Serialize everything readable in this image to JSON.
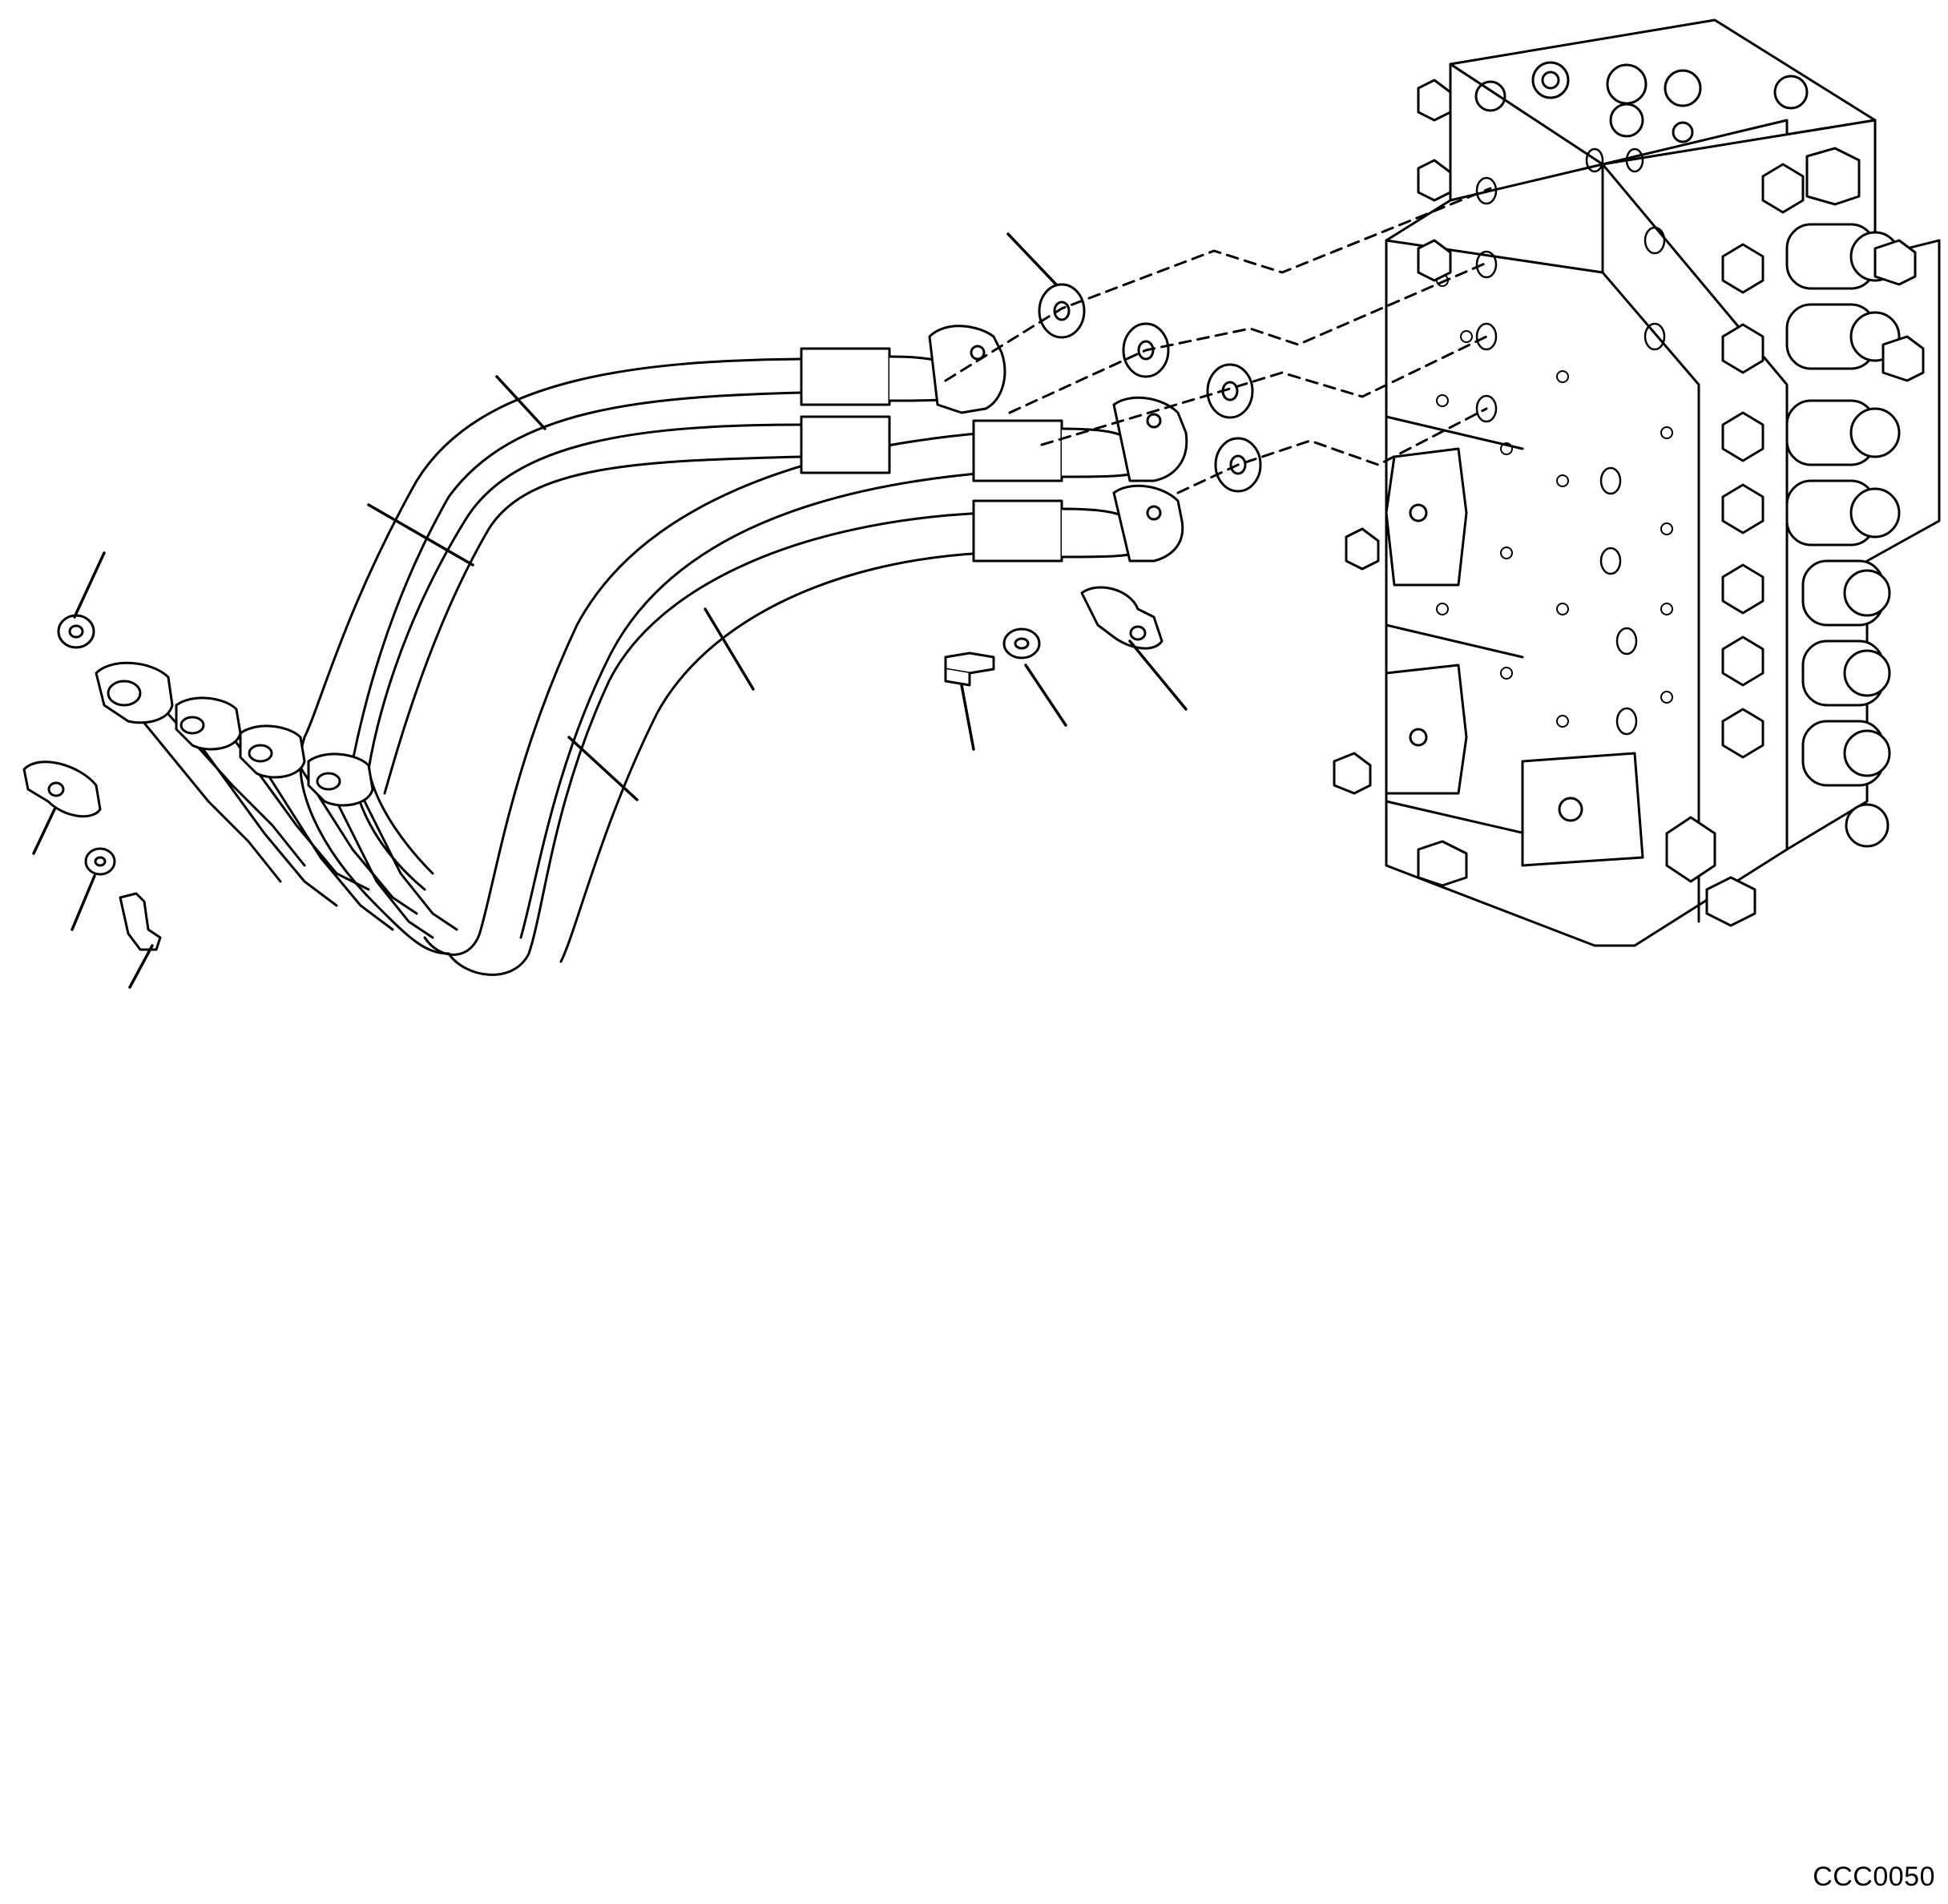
{
  "diagram": {
    "drawing_code": "CCC0050",
    "ink_color": "#000000",
    "background_color": "#ffffff",
    "parts": [
      "control-valve-block",
      "hydraulic-hose",
      "split-flange-half",
      "o-ring",
      "washer",
      "flange-bolt"
    ]
  }
}
